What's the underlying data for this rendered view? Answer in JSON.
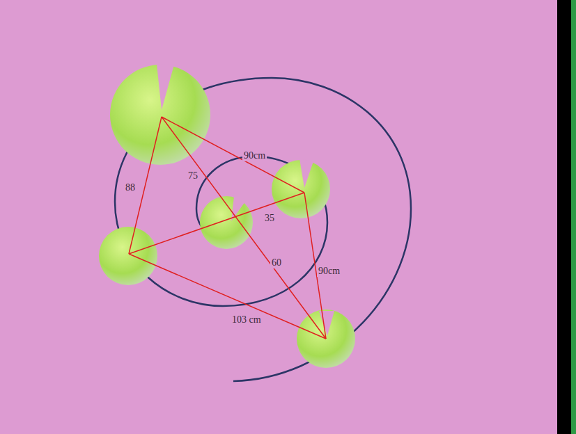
{
  "diagram": {
    "labels": [
      "90cm",
      "75",
      "88",
      "35",
      "60",
      "90cm",
      "103 cm"
    ]
  }
}
